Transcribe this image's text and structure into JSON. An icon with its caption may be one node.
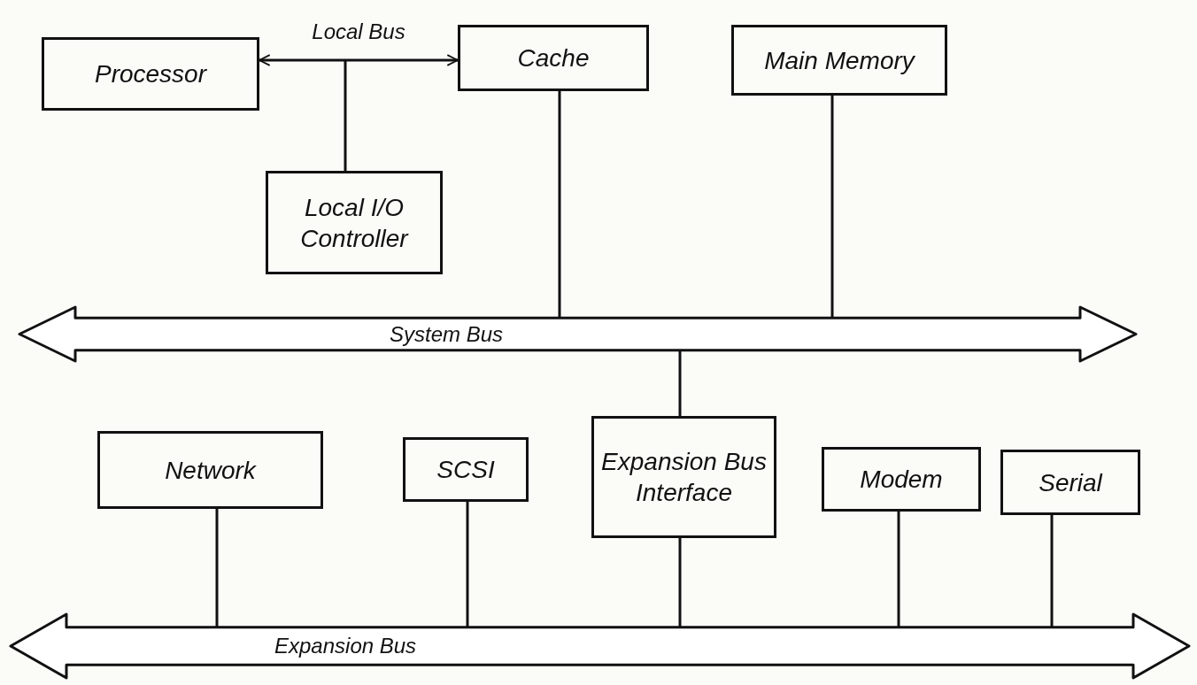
{
  "diagram": {
    "nodes": [
      {
        "text": [
          "Processor"
        ]
      },
      {
        "text": [
          "Cache"
        ]
      },
      {
        "text": [
          "Main Memory"
        ]
      },
      {
        "text": [
          "Local I/O Controller"
        ]
      },
      {
        "text": [
          "System Bus"
        ]
      },
      {
        "text": [
          "Network"
        ]
      },
      {
        "text": [
          "SCSI"
        ]
      },
      {
        "text": [
          "Expansion Bus Interface"
        ]
      },
      {
        "text": [
          "Modem"
        ]
      },
      {
        "text": [
          "Serial"
        ]
      },
      {
        "text": [
          "Expansion Bus"
        ]
      }
    ],
    "edges": [
      {
        "from": 0,
        "to": 1,
        "arrow": "both",
        "label": "Local Bus"
      },
      {
        "from": null,
        "to": 3,
        "arrow": "none"
      },
      {
        "from": 1,
        "to": 4,
        "arrow": "none"
      },
      {
        "from": 2,
        "to": 4,
        "arrow": "none"
      },
      {
        "from": 4,
        "to": 7,
        "arrow": "none"
      },
      {
        "from": 5,
        "to": 10,
        "arrow": "none"
      },
      {
        "from": 6,
        "to": 10,
        "arrow": "none"
      },
      {
        "from": 7,
        "to": 10,
        "arrow": "none"
      },
      {
        "from": 8,
        "to": 10,
        "arrow": "none"
      },
      {
        "from": 9,
        "to": 10,
        "arrow": "none"
      }
    ]
  }
}
